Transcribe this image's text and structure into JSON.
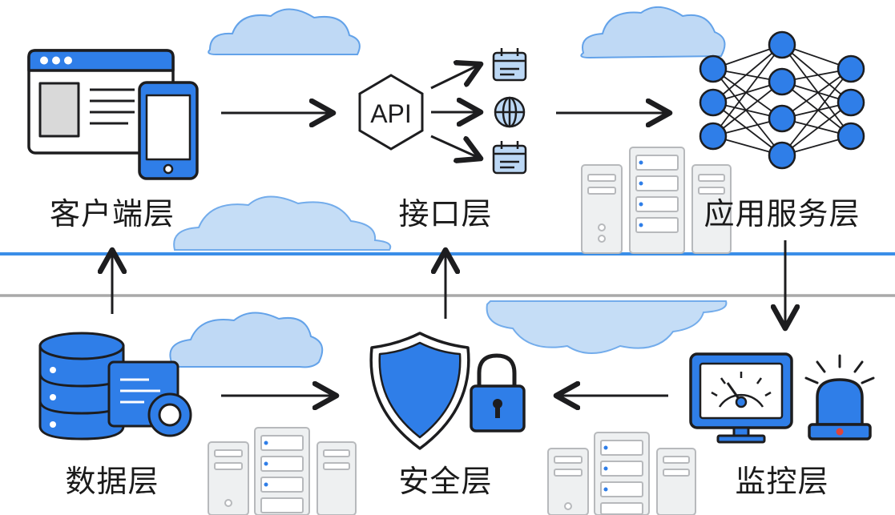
{
  "layers": {
    "client": {
      "label": "客户端层"
    },
    "interface": {
      "label": "接口层",
      "api_badge": "API"
    },
    "app_service": {
      "label": "应用服务层"
    },
    "data": {
      "label": "数据层"
    },
    "security": {
      "label": "安全层"
    },
    "monitor": {
      "label": "监控层"
    }
  },
  "colors": {
    "accent_blue": "#2f7ee8",
    "line_blue": "#3a8ee8",
    "line_gray": "#a9a9a9",
    "cloud_blue": "#bcd8f5",
    "server_gray": "#c8cacc",
    "stroke_dark": "#1d1d1f"
  },
  "icons": [
    "browser-window-icon",
    "phone-icon",
    "api-hexagon-icon",
    "calendar-icon",
    "globe-icon",
    "neural-network-icon",
    "server-rack-icon",
    "database-icon",
    "document-icon",
    "shield-icon",
    "padlock-icon",
    "monitor-gauge-icon",
    "alarm-light-icon",
    "cloud-icon"
  ]
}
